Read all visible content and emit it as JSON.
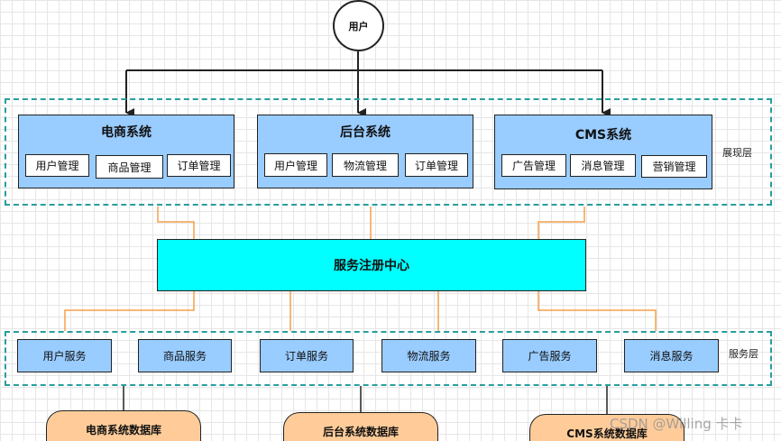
{
  "user": {
    "label": "用户"
  },
  "presentation_layer": {
    "label": "展现层",
    "systems": [
      {
        "title": "电商系统",
        "modules": [
          "用户管理",
          "商品管理",
          "订单管理"
        ]
      },
      {
        "title": "后台系统",
        "modules": [
          "用户管理",
          "物流管理",
          "订单管理"
        ]
      },
      {
        "title": "CMS系统",
        "modules": [
          "广告管理",
          "消息管理",
          "营销管理"
        ]
      }
    ]
  },
  "registry": {
    "label": "服务注册中心"
  },
  "service_layer": {
    "label": "服务层",
    "services": [
      "用户服务",
      "商品服务",
      "订单服务",
      "物流服务",
      "广告服务",
      "消息服务"
    ]
  },
  "databases": [
    "电商系统数据库",
    "后台系统数据库",
    "CMS系统数据库"
  ],
  "watermark": "CSDN @Willing 卡卡",
  "colors": {
    "system_fill": "#99ccff",
    "registry_fill": "#00ffff",
    "database_fill": "#ffcc99",
    "layer_border": "#2a9d9d",
    "registry_connector": "#f5a04a"
  }
}
